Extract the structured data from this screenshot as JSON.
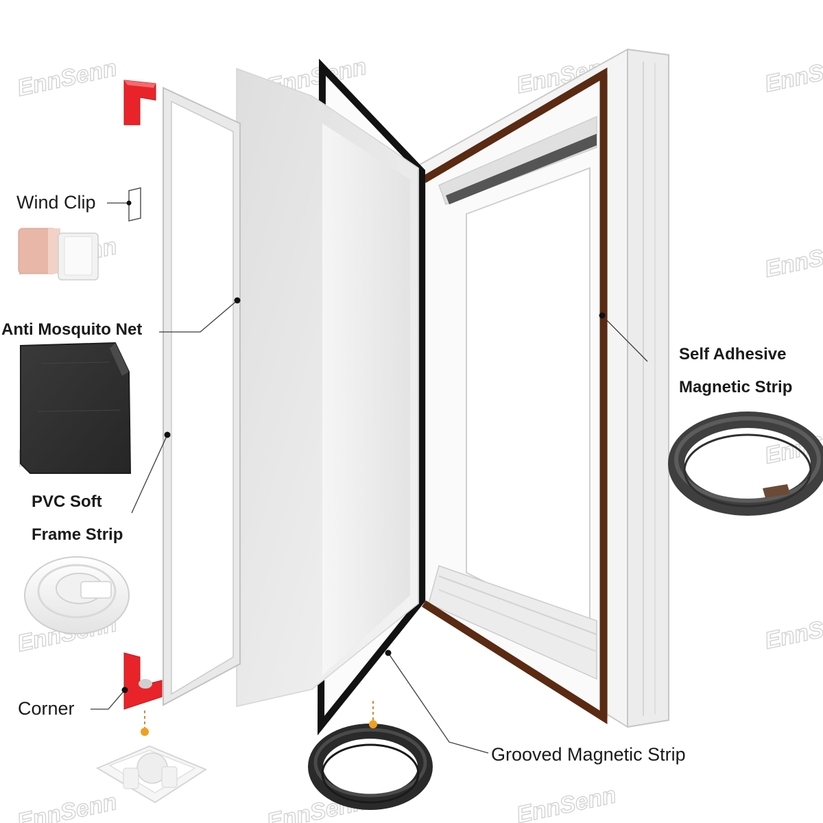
{
  "labels": {
    "wind_clip": "Wind Clip",
    "anti_mosquito_net": "Anti Mosquito Net",
    "pvc_line1": "PVC Soft",
    "pvc_line2": "Frame Strip",
    "corner": "Corner",
    "self_adhesive_line1": "Self Adhesive",
    "self_adhesive_line2": "Magnetic Strip",
    "grooved_magnetic_strip": "Grooved Magnetic Strip"
  },
  "watermark": "EnnSenn",
  "colors": {
    "corner_red": "#e8242a",
    "magnetic_brown": "#5a2a12",
    "black_strip": "#121212",
    "net_dark": "#2e2e2e",
    "pin_orange": "#f0a020",
    "watermark": "#d2d2d2"
  }
}
